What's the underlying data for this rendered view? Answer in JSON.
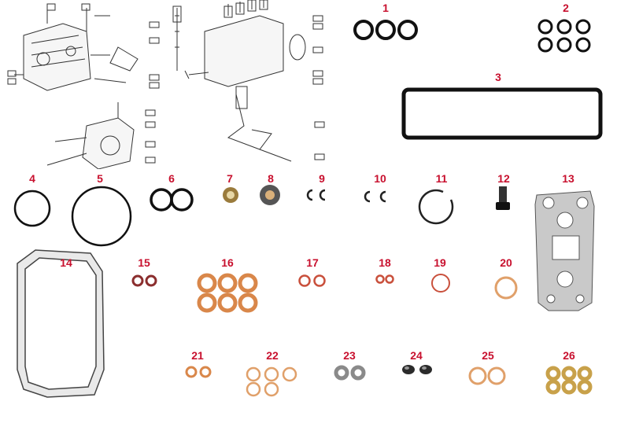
{
  "figure": {
    "label_color": "#c8102e",
    "part_numbers": [
      "1",
      "2",
      "3",
      "4",
      "5",
      "6",
      "7",
      "8",
      "9",
      "10",
      "11",
      "12",
      "13",
      "14",
      "15",
      "16",
      "17",
      "18",
      "19",
      "20",
      "21",
      "22",
      "23",
      "24",
      "25",
      "26"
    ]
  },
  "colors": {
    "black_rubber": "#111111",
    "copper": "#d9874a",
    "copper_light": "#f2c08f",
    "red_copper": "#c9503c",
    "grey": "#8a8a8a",
    "gasket": "#c9c9c9",
    "brass": "#c8a14a"
  },
  "icons": {
    "exploded_view_left": "pump-exploded-drawing-icon",
    "exploded_view_right": "pump-housing-drawing-icon",
    "exploded_view_lower": "pump-governor-drawing-icon"
  }
}
